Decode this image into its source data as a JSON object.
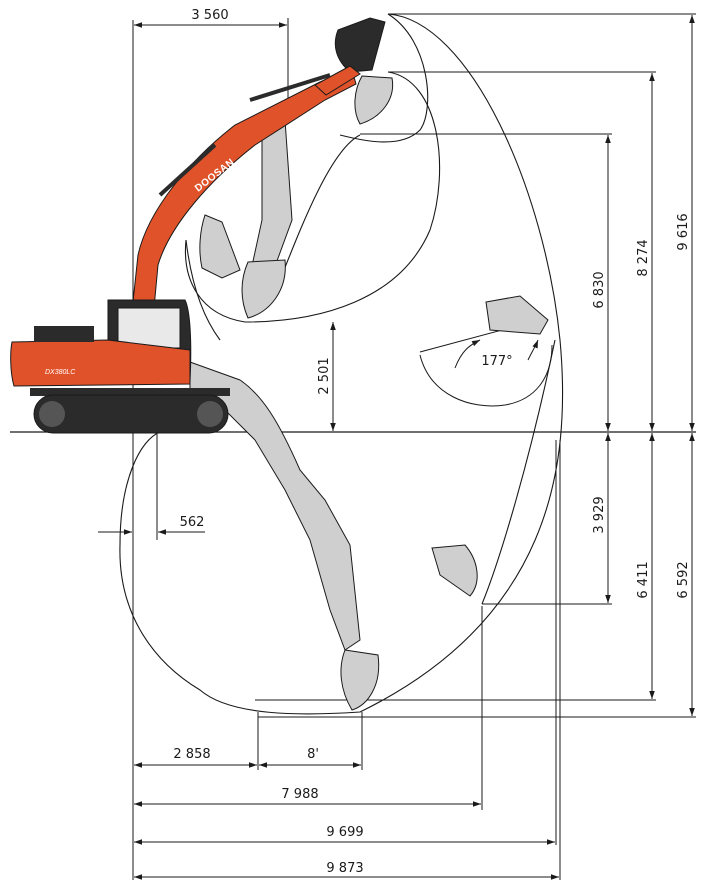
{
  "colors": {
    "machine_orange": "#e0532a",
    "machine_dark": "#2b2b2b",
    "arm_gray": "#cfcfcf",
    "line": "#1a1a1a"
  },
  "brand": {
    "logo": "DOOSAN",
    "model": "DX380LC"
  },
  "dimensions": {
    "top_width": "3 560",
    "track_offset": "562",
    "bottom_2858": "2 858",
    "bottom_8ft": "8'",
    "bottom_7988": "7 988",
    "bottom_9699": "9 699",
    "bottom_9873": "9 873",
    "height_2501": "2 501",
    "height_6830": "6 830",
    "height_8274": "8 274",
    "height_9616": "9 616",
    "depth_3929": "3 929",
    "depth_6411": "6 411",
    "depth_6592": "6 592",
    "bucket_angle": "177°"
  }
}
